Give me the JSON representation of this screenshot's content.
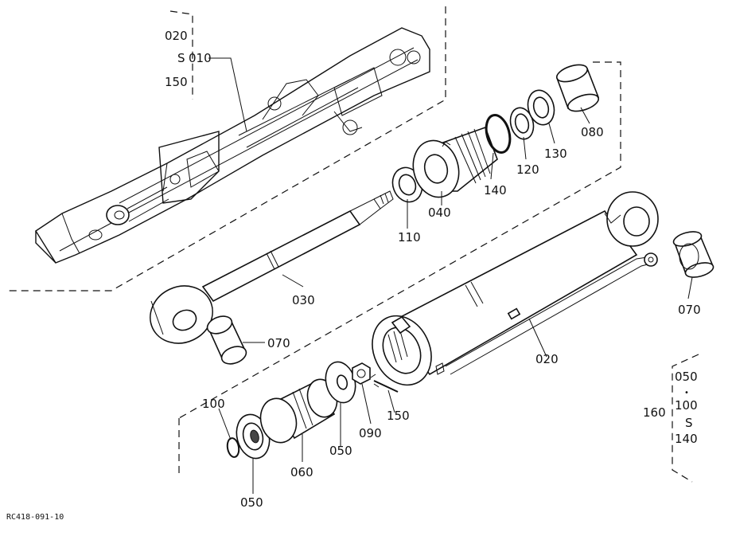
{
  "parts": [
    {
      "id": "p010",
      "number": "010"
    },
    {
      "id": "p020",
      "number": "020"
    },
    {
      "id": "p030",
      "number": "030"
    },
    {
      "id": "p040",
      "number": "040"
    },
    {
      "id": "p050a",
      "number": "050"
    },
    {
      "id": "p050b",
      "number": "050"
    },
    {
      "id": "p060",
      "number": "060"
    },
    {
      "id": "p070a",
      "number": "070"
    },
    {
      "id": "p070b",
      "number": "070"
    },
    {
      "id": "p080",
      "number": "080"
    },
    {
      "id": "p090",
      "number": "090"
    },
    {
      "id": "p100",
      "number": "100"
    },
    {
      "id": "p110",
      "number": "110"
    },
    {
      "id": "p120",
      "number": "120"
    },
    {
      "id": "p130",
      "number": "130"
    },
    {
      "id": "p140",
      "number": "140"
    },
    {
      "id": "p150",
      "number": "150"
    }
  ],
  "range_top": {
    "from": "020",
    "sep": "S",
    "to": "150"
  },
  "range_right": {
    "group": "160",
    "a": "050",
    "dot": "•",
    "b": "100",
    "sep": "S",
    "c": "140"
  },
  "figure_code": "RC418-091-10"
}
